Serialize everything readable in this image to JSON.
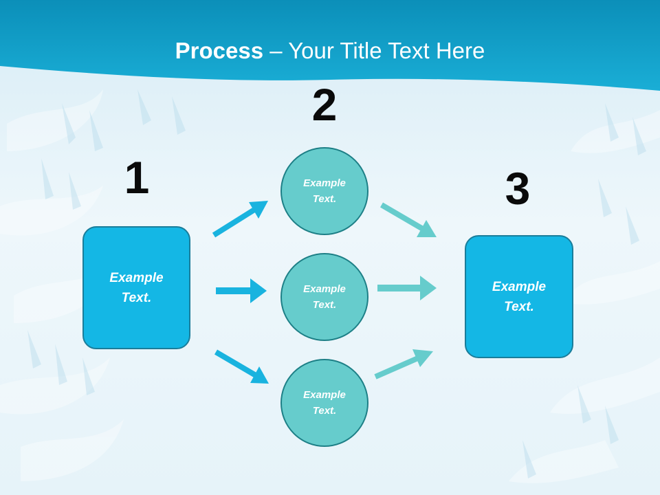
{
  "slide": {
    "title": {
      "bold": "Process",
      "regular": " – Your Title Text Here"
    },
    "step_numbers": [
      "1",
      "2",
      "3"
    ],
    "start_box": {
      "label": "Example\nText."
    },
    "circles": [
      {
        "label": "Example\nText."
      },
      {
        "label": "Example\nText."
      },
      {
        "label": "Example\nText."
      }
    ],
    "end_box": {
      "label": "Example\nText."
    }
  },
  "colors": {
    "header_band": "#129fc9",
    "box_fill": "#14b7e5",
    "circle_fill": "#66cccc",
    "left_arrows": "#19b3df",
    "right_arrows": "#66cccc"
  }
}
